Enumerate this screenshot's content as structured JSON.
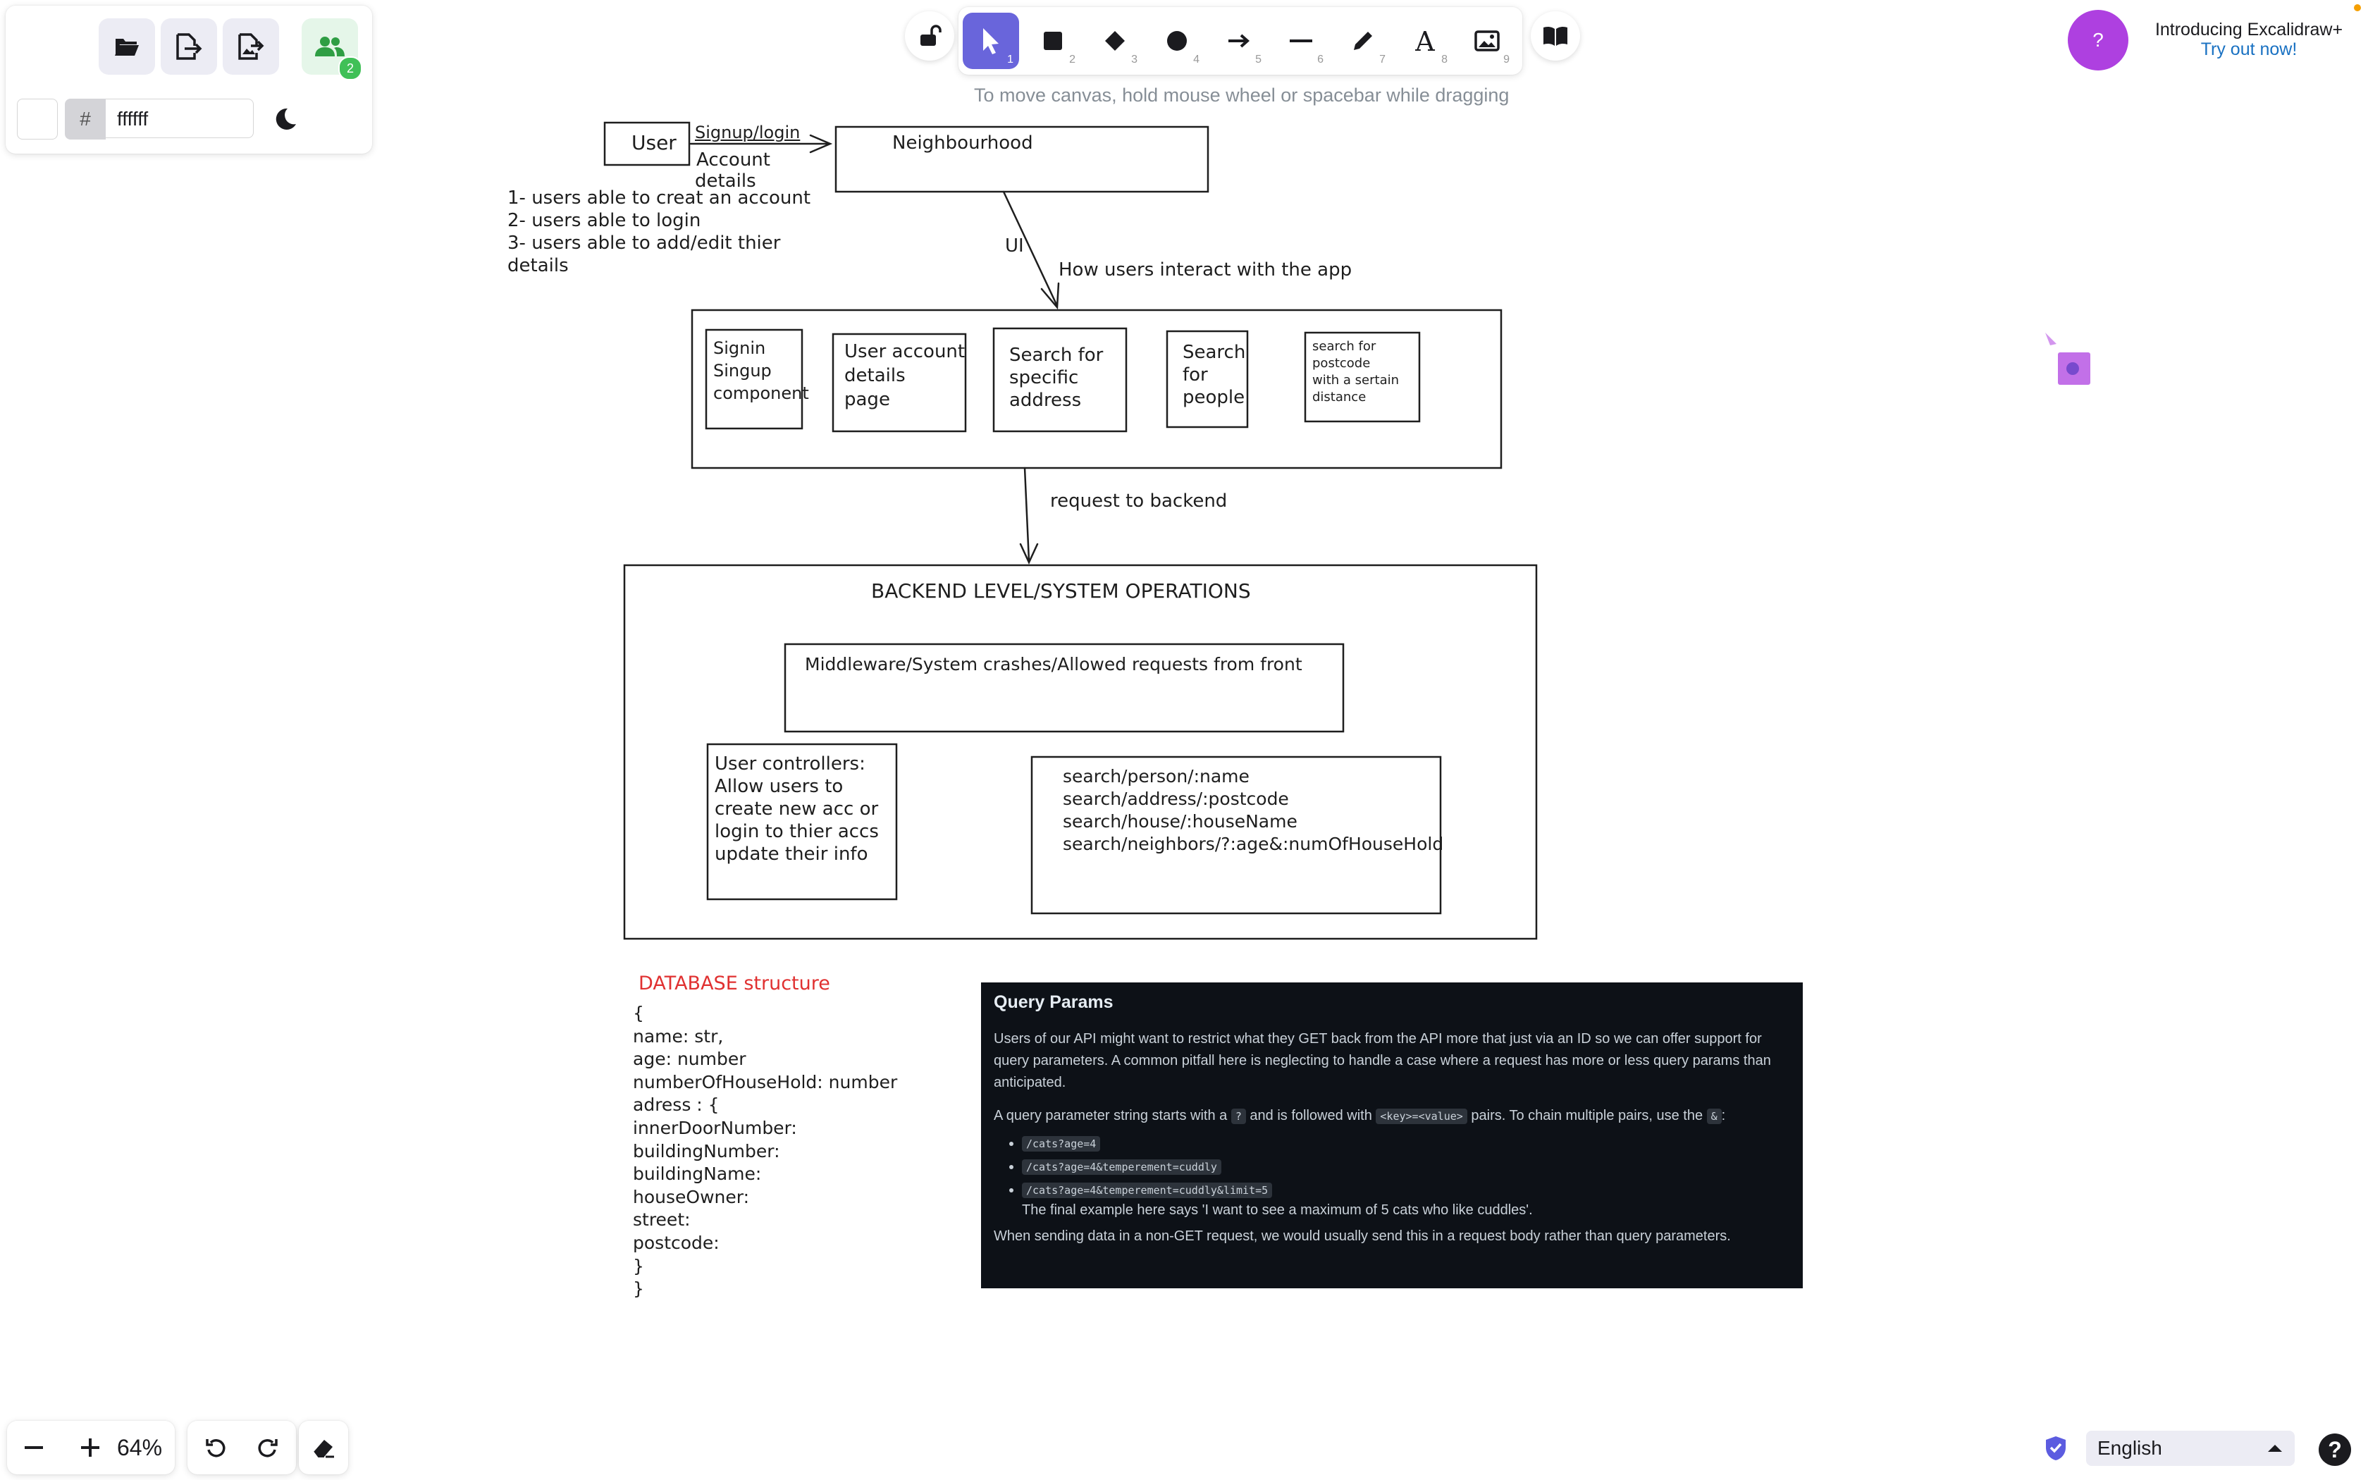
{
  "top_left": {
    "color_value": "ffffff",
    "hash": "#",
    "collab_count": "2"
  },
  "toolbar": {
    "tools": [
      {
        "name": "selection",
        "key": "1"
      },
      {
        "name": "rectangle",
        "key": "2"
      },
      {
        "name": "diamond",
        "key": "3"
      },
      {
        "name": "ellipse",
        "key": "4"
      },
      {
        "name": "arrow",
        "key": "5"
      },
      {
        "name": "line",
        "key": "6"
      },
      {
        "name": "draw",
        "key": "7"
      },
      {
        "name": "text",
        "key": "8"
      },
      {
        "name": "image",
        "key": "9"
      }
    ],
    "hint": "To move canvas, hold mouse wheel or spacebar while dragging"
  },
  "promo": {
    "avatar": "?",
    "title": "Introducing Excalidraw+",
    "link": "Try out now!"
  },
  "canvas": {
    "user_box": "User",
    "signup_label": "Signup/login",
    "account_label": [
      "Account",
      "details"
    ],
    "neighbourhood": "Neighbourhood",
    "requirements": [
      "1- users able to creat an account",
      "2- users able to login",
      "3- users able to add/edit thier",
      "details"
    ],
    "ui_label": "UI",
    "interact_label": "How users interact with the app",
    "components": [
      [
        "Signin",
        "Singup",
        "component"
      ],
      [
        "User account",
        "details",
        "page"
      ],
      [
        "Search for",
        "specific",
        "address"
      ],
      [
        "Search",
        "for",
        "people"
      ],
      [
        "search for",
        "postcode",
        "with a sertain",
        "distance"
      ]
    ],
    "request_label": "request to backend",
    "backend_title": "BACKEND LEVEL/SYSTEM OPERATIONS",
    "middleware": "Middleware/System crashes/Allowed requests from front",
    "controllers": [
      "User controllers:",
      "Allow users to",
      "create new acc or",
      "login to thier accs",
      "update their info"
    ],
    "routes": [
      "search/person/:name",
      "search/address/:postcode",
      "search/house/:houseName",
      "search/neighbors/?:age&:numOfHouseHold"
    ],
    "db_title": "DATABASE structure",
    "db_lines": [
      "{",
      "name: str,",
      "age: number",
      "numberOfHouseHold: number",
      "adress : {",
      "innerDoorNumber:",
      "buildingNumber:",
      "buildingName:",
      "houseOwner:",
      "street:",
      "postcode:",
      "}",
      "}"
    ]
  },
  "query_params": {
    "title": "Query Params",
    "para1": "Users of our API might want to restrict what they GET back from the API more that just via an ID so we can offer support for query parameters. A common pitfall here is neglecting to handle a case where a request has more or less query params than anticipated.",
    "para2_a": "A query parameter string starts with a",
    "code_q": "?",
    "para2_b": "and is followed with",
    "code_kv": "<key>=<value>",
    "para2_c": "pairs. To chain multiple pairs, use the",
    "code_amp": "&",
    "para2_d": ":",
    "bullets": [
      "/cats?age=4",
      "/cats?age=4&temperement=cuddly",
      "/cats?age=4&temperement=cuddly&limit=5"
    ],
    "final_note": "The final example here says 'I want to see a maximum of 5 cats who like cuddles'.",
    "para3": "When sending data in a non-GET request, we would usually send this in a request body rather than query parameters."
  },
  "bottom": {
    "zoom": "64%",
    "language": "English",
    "help": "?"
  },
  "colors": {
    "accent": "#6965db",
    "collab_green": "#2f9e44",
    "db_title_red": "#e03131",
    "query_bg": "#0d1117",
    "promo_avatar": "#ae40e0"
  }
}
